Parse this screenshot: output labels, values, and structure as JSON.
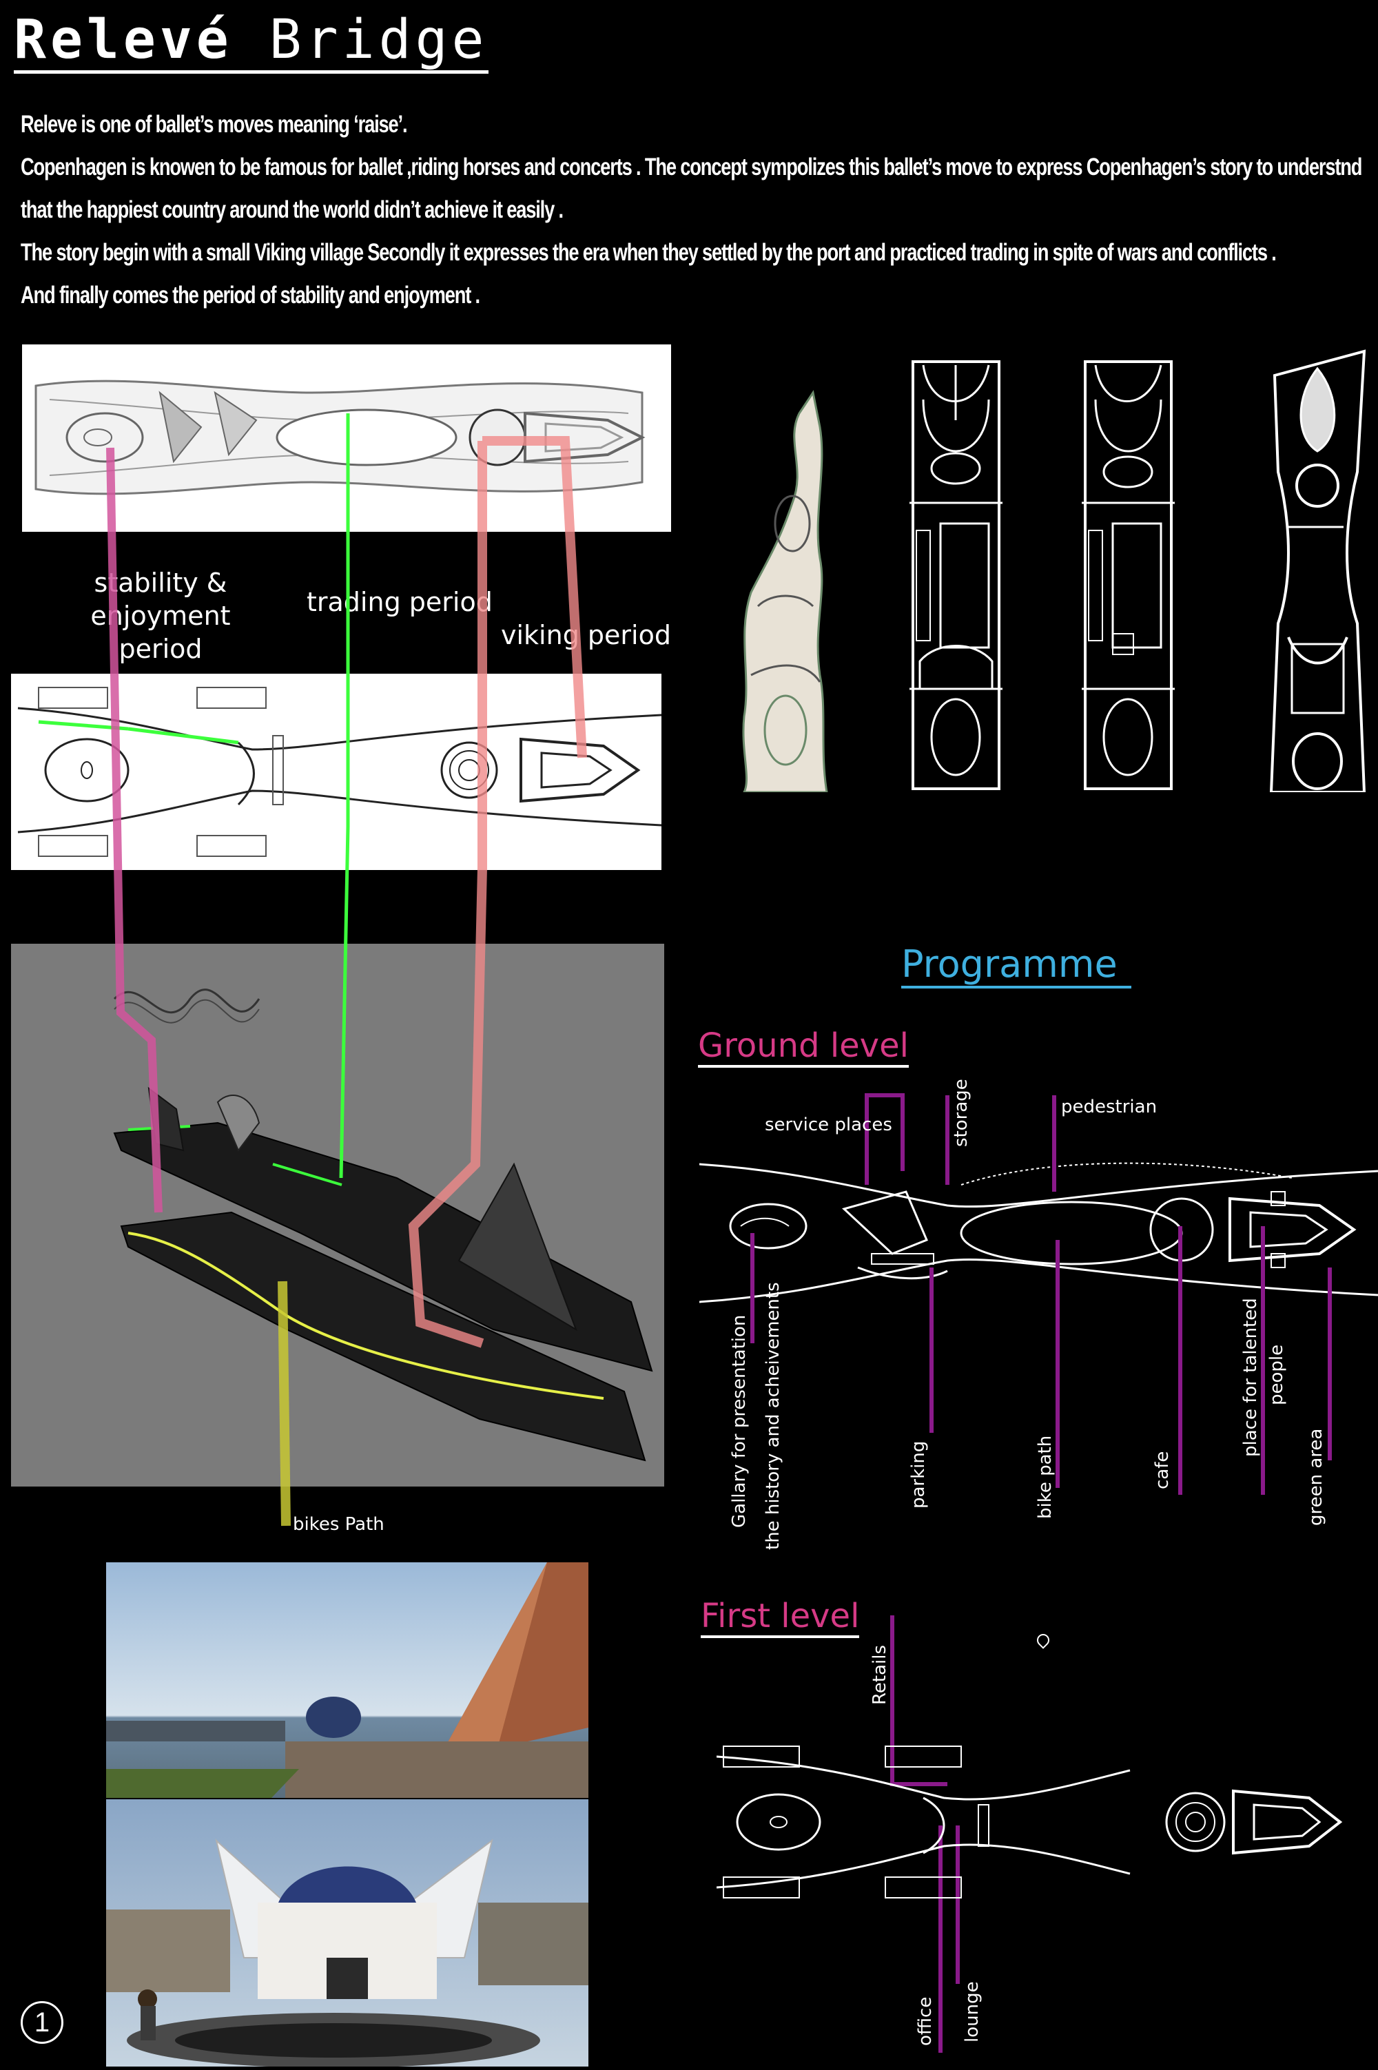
{
  "title": {
    "main": "Relevé",
    "rest": "Bridge"
  },
  "intro": [
    "Releve is one of ballet’s moves meaning ‘raise’.",
    "Copenhagen is knowen to be famous for ballet ,riding horses and concerts . The concept sympolizes this ballet’s move to express Copenhagen’s story to understnd",
    "that the happiest country around the world didn’t achieve it easily .",
    "The story begin with a small Viking village Secondly it expresses the era when they settled by the port and practiced trading in spite of wars and conflicts .",
    " And finally comes the period of stability and enjoyment ."
  ],
  "periods": {
    "stability": "stability & enjoyment",
    "stability2": "period",
    "trading": "trading period",
    "viking": "viking period"
  },
  "bikes_label": "bikes Path",
  "programme": {
    "title": "Programme",
    "ground_title": "Ground level",
    "first_title": "First level",
    "ground_labels": {
      "service": "service places",
      "storage": "storage",
      "pedestrian": "pedestrian",
      "gallery1": "Gallary for presentation",
      "gallery2": "the history and acheivements",
      "parking": "parking",
      "bike_path": "bike path",
      "cafe": "cafe",
      "talented1": "place for talented",
      "talented2": "people",
      "green": "green area"
    },
    "first_labels": {
      "retails": "Retails",
      "office": "office",
      "lounge": "lounge"
    }
  },
  "page_number": "1",
  "colors": {
    "background": "#000000",
    "magenta_line": "#d2559c",
    "green_line": "#3cff3c",
    "pink_line": "#f08a8a",
    "yellow_line": "#c8c832",
    "programme_title": "#3fb0e0",
    "level_title": "#d63a86",
    "purple_marker": "#8a1a8a"
  },
  "icons": {
    "page_number": "circled-number",
    "pin": "map-pin-icon"
  }
}
